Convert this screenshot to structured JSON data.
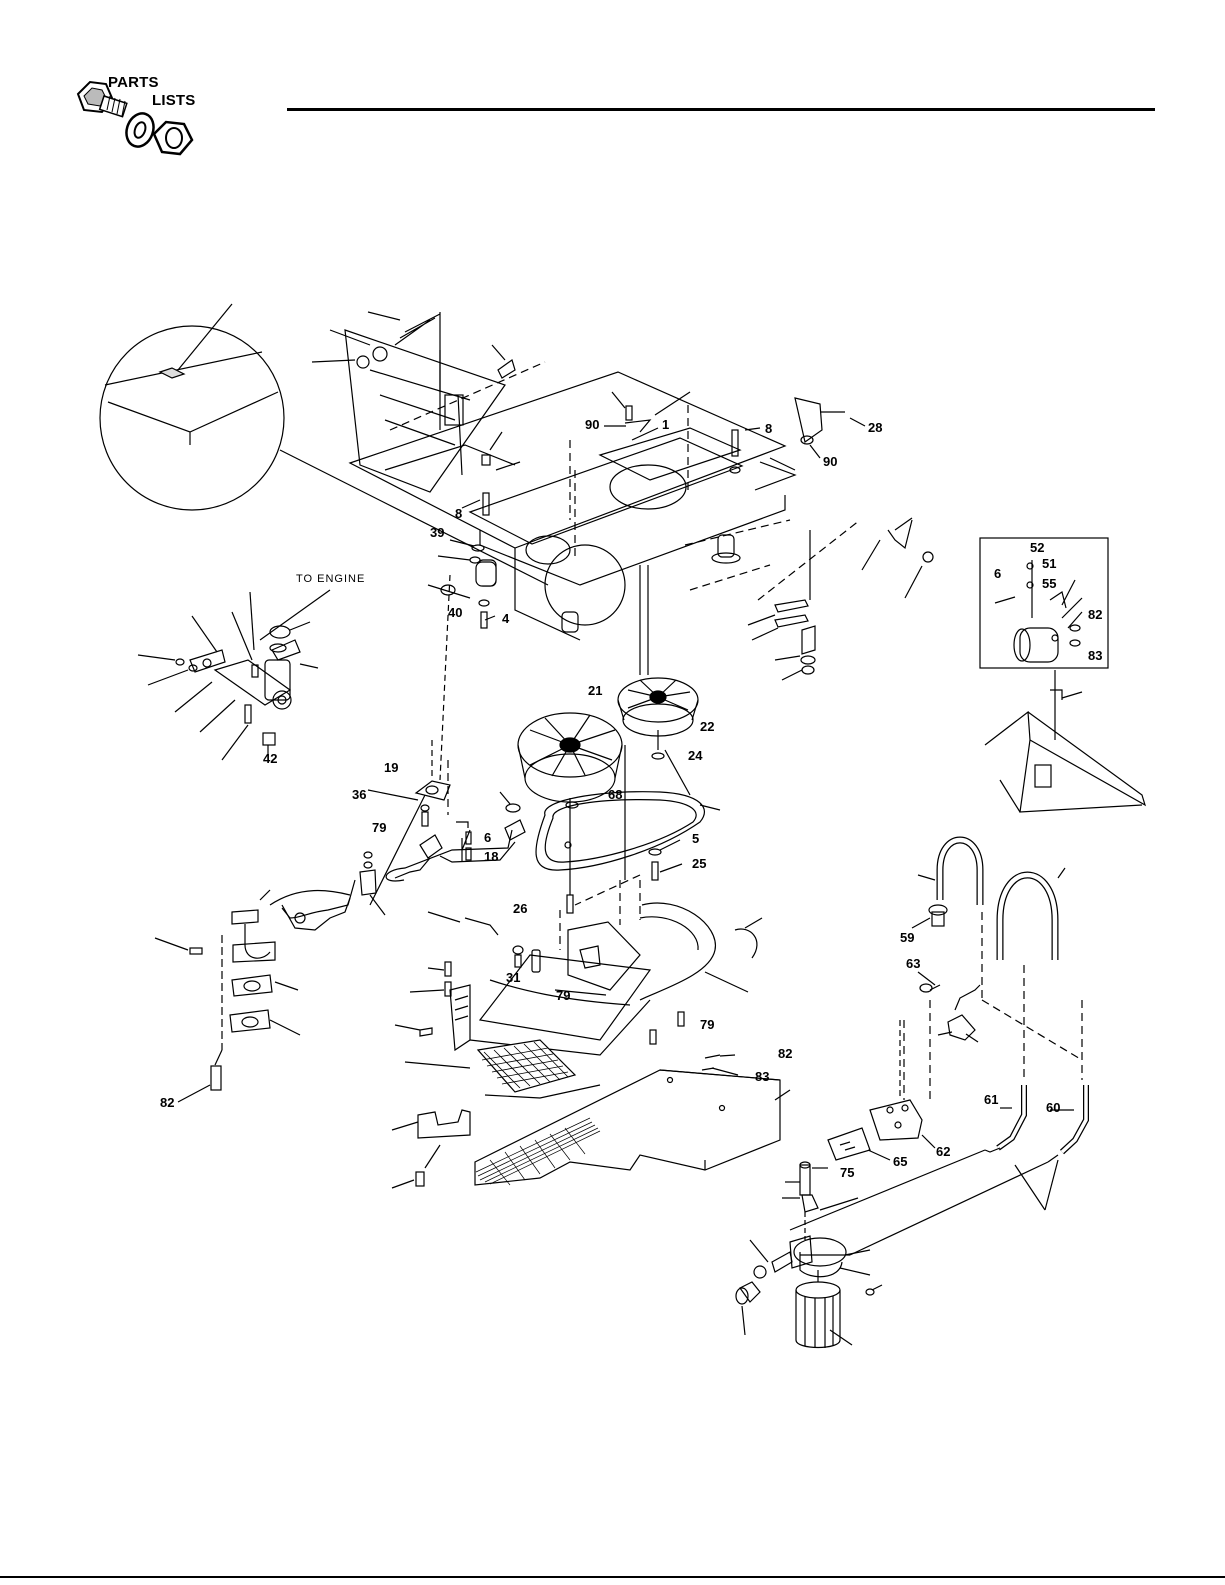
{
  "header": {
    "logo_line1": "PARTS",
    "logo_line2": "LISTS"
  },
  "diagram": {
    "note_to_engine": "TO ENGINE",
    "callouts": [
      "90",
      "1",
      "8",
      "28",
      "90",
      "8",
      "39",
      "40",
      "4",
      "52",
      "6",
      "51",
      "55",
      "82",
      "83",
      "42",
      "21",
      "22",
      "24",
      "19",
      "36",
      "79",
      "6",
      "18",
      "68",
      "5",
      "25",
      "26",
      "31",
      "79",
      "79",
      "82",
      "83",
      "59",
      "63",
      "82",
      "61",
      "60",
      "62",
      "65",
      "75"
    ]
  }
}
